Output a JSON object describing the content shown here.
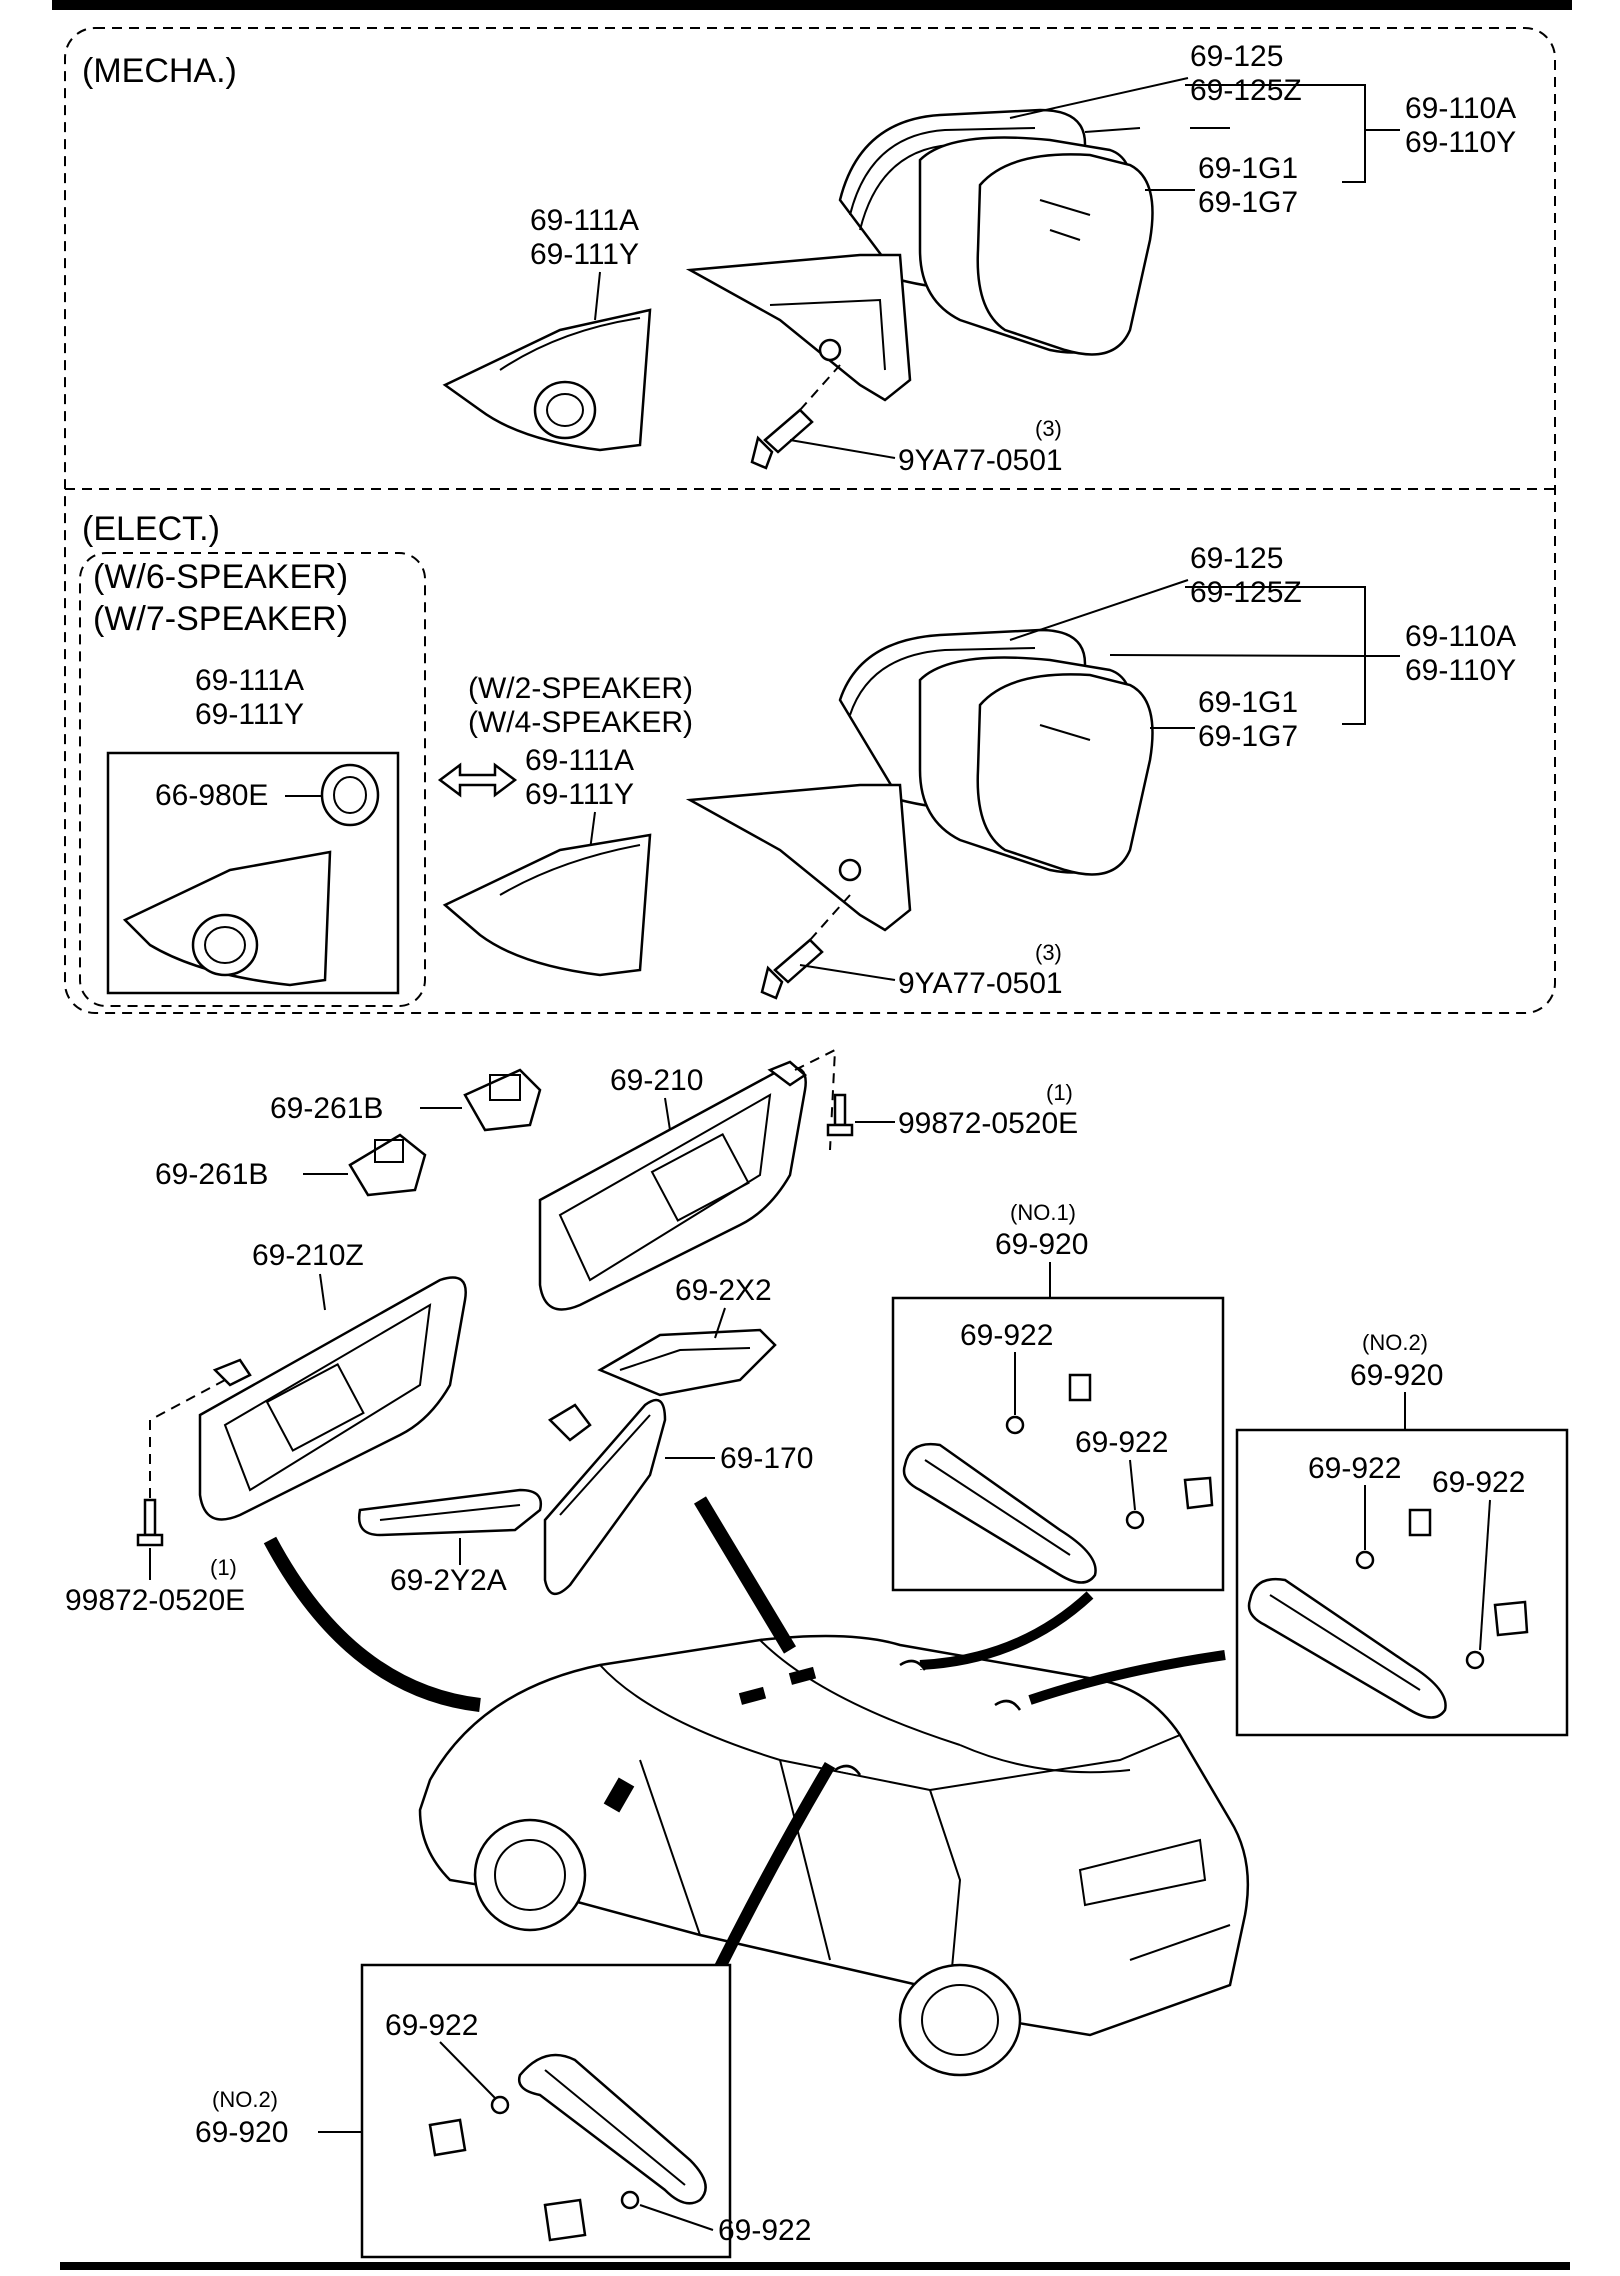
{
  "sections": {
    "mecha": "(MECHA.)",
    "elect": "(ELECT.)",
    "w6": "(W/6-SPEAKER)",
    "w7": "(W/7-SPEAKER)",
    "w2": "(W/2-SPEAKER)",
    "w4": "(W/4-SPEAKER)"
  },
  "parts": {
    "p69_125": "69-125",
    "p69_125z": "69-125Z",
    "p69_110a": "69-110A",
    "p69_110y": "69-110Y",
    "p69_1g1": "69-1G1",
    "p69_1g7": "69-1G7",
    "p69_111a": "69-111A",
    "p69_111y": "69-111Y",
    "p9ya77": "9YA77-0501",
    "qty3": "(3)",
    "p66_980e": "66-980E",
    "p69_261b": "69-261B",
    "p69_210": "69-210",
    "p99872": "99872-0520E",
    "qty1": "(1)",
    "p69_210z": "69-210Z",
    "p69_2x2": "69-2X2",
    "p69_170": "69-170",
    "p69_2y2a": "69-2Y2A",
    "no1": "(NO.1)",
    "no2": "(NO.2)",
    "p69_920": "69-920",
    "p69_922": "69-922"
  }
}
